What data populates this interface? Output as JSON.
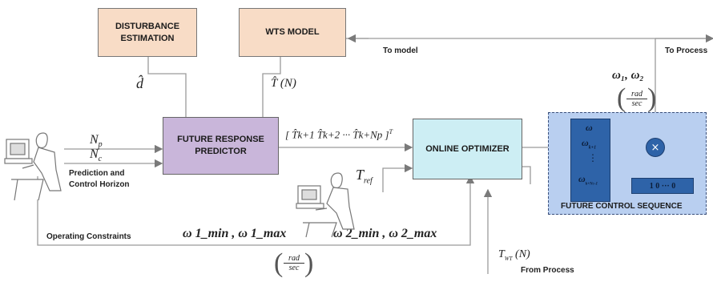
{
  "blocks": {
    "disturbance": "DISTURBANCE\nESTIMATION",
    "wts_model": "WTS MODEL",
    "predictor": "FUTURE RESPONSE\nPREDICTOR",
    "optimizer": "ONLINE OPTIMIZER",
    "future_control_label": "FUTURE CONTROL  SEQUENCE"
  },
  "labels": {
    "to_model": "To model",
    "to_process": "To Process",
    "prediction_horizon": "Prediction and\nControl Horizon",
    "operating_constraints": "Operating Constraints",
    "from_process": "From Process"
  },
  "math": {
    "d_hat": "d̂",
    "t_hat_n": "T̂ (N)",
    "np": "N",
    "np_sub": "p",
    "nc": "N",
    "nc_sub": "c",
    "t_vector": "[ T̂k+1  T̂k+2  ···  T̂k+Np ]",
    "t_vector_sup": "T",
    "t_ref": "T",
    "t_ref_sub": "ref",
    "t_wt": "T",
    "t_wt_sub": "WT",
    "t_wt_arg": "(N)",
    "omega_pair_top": "ω₁, ω₂",
    "omega1_constraints": "ω 1_min , ω 1_max",
    "omega2_constraints": "ω 2_min , ω 2_max",
    "rad": "rad",
    "sec": "sec",
    "seq_omega": "ω",
    "seq_omega_k": "ω",
    "seq_omega_k_sub": "k+1",
    "seq_omega_n": "ω",
    "seq_omega_n_sub": "k+Nc-1",
    "seq_dots": "⋮",
    "mult": "×",
    "select_row": "1  0  ···  0"
  },
  "colors": {
    "peach": "#f8dcc6",
    "purple": "#c9b6da",
    "cyan": "#cdeef4",
    "panel": "#b9cff0",
    "blue_box": "#2e63a8",
    "line": "#9a9a9a"
  }
}
